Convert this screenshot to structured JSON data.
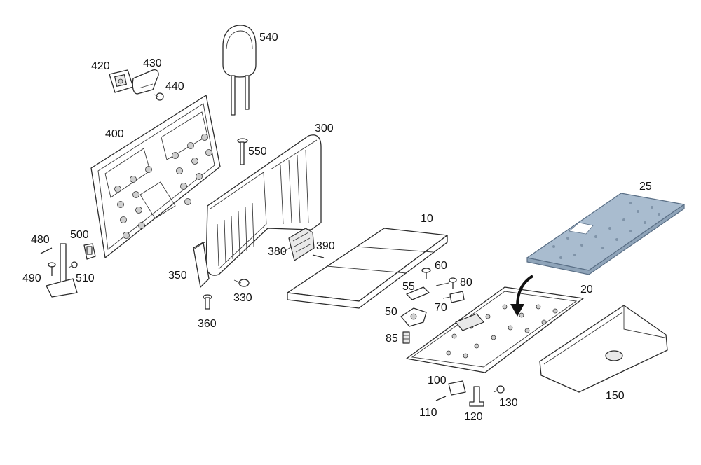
{
  "diagram": {
    "highlight_color": "#a9bccf",
    "parts": [
      {
        "id": "p540",
        "label": "540"
      },
      {
        "id": "p420",
        "label": "420"
      },
      {
        "id": "p430",
        "label": "430"
      },
      {
        "id": "p440",
        "label": "440"
      },
      {
        "id": "p400",
        "label": "400"
      },
      {
        "id": "p300",
        "label": "300"
      },
      {
        "id": "p550",
        "label": "550"
      },
      {
        "id": "p25",
        "label": "25"
      },
      {
        "id": "p10",
        "label": "10"
      },
      {
        "id": "p480",
        "label": "480"
      },
      {
        "id": "p500",
        "label": "500"
      },
      {
        "id": "p490",
        "label": "490"
      },
      {
        "id": "p510",
        "label": "510"
      },
      {
        "id": "p380",
        "label": "380"
      },
      {
        "id": "p390",
        "label": "390"
      },
      {
        "id": "p350",
        "label": "350"
      },
      {
        "id": "p60",
        "label": "60"
      },
      {
        "id": "p80",
        "label": "80"
      },
      {
        "id": "p55",
        "label": "55"
      },
      {
        "id": "p20",
        "label": "20"
      },
      {
        "id": "p330",
        "label": "330"
      },
      {
        "id": "p70",
        "label": "70"
      },
      {
        "id": "p50",
        "label": "50"
      },
      {
        "id": "p360",
        "label": "360"
      },
      {
        "id": "p85",
        "label": "85"
      },
      {
        "id": "p100",
        "label": "100"
      },
      {
        "id": "p150",
        "label": "150"
      },
      {
        "id": "p130",
        "label": "130"
      },
      {
        "id": "p110",
        "label": "110"
      },
      {
        "id": "p120",
        "label": "120"
      }
    ]
  }
}
